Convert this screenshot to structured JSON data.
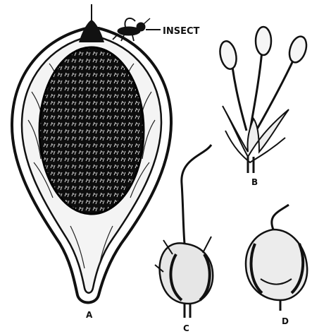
{
  "labels": {
    "insect": "INSECT",
    "a": "A",
    "b": "B",
    "c": "C",
    "d": "D"
  },
  "colors": {
    "ink": "#111111",
    "paper": "#ffffff",
    "cavity": "#f2f2f2"
  }
}
